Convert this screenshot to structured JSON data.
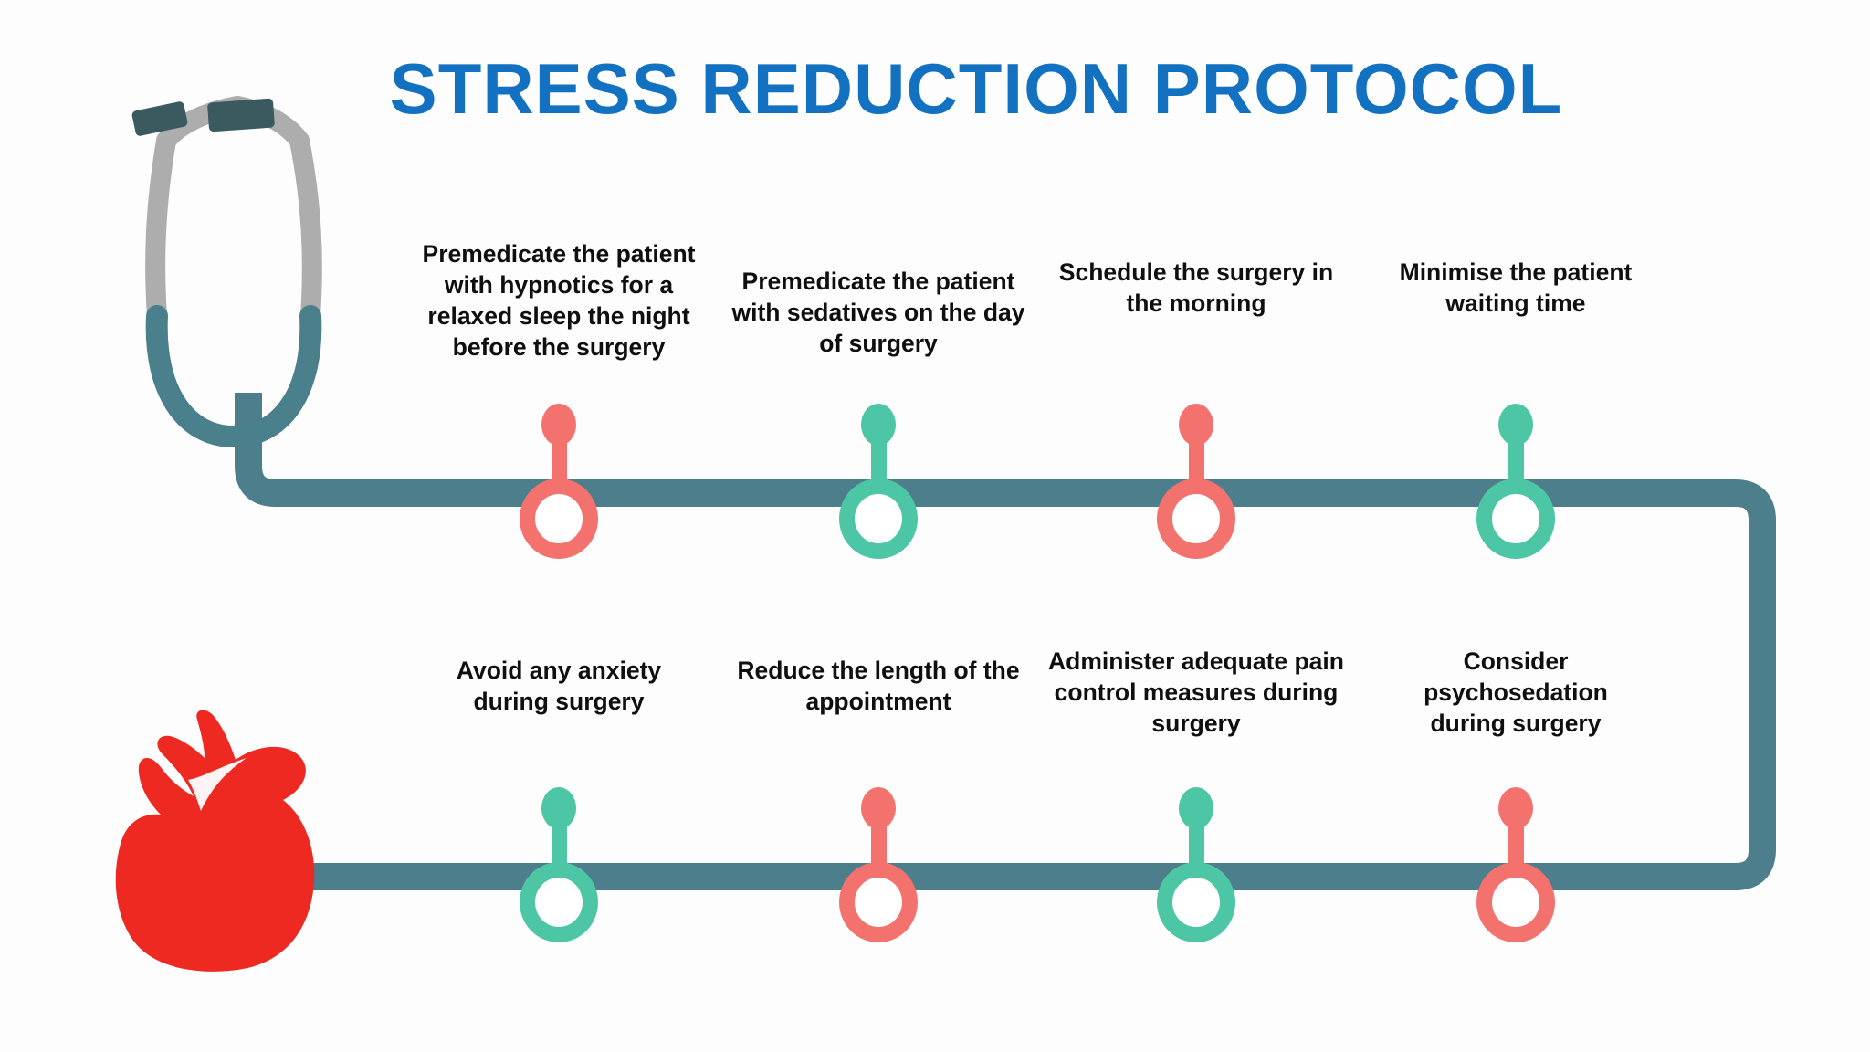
{
  "page": {
    "title": "STRESS REDUCTION PROTOCOL",
    "background_color": "#fdfdfd",
    "title_color": "#1271c0"
  },
  "theme": {
    "rail_color": "#4c7e8c",
    "node_red": "#f4726e",
    "node_green": "#4cc6a4",
    "text_color": "#100f0f",
    "heart_color": "#ee2922",
    "stethoscope_tube_gray": "#adadad",
    "stethoscope_tube_teal": "#4a7f8c",
    "stethoscope_earpiece": "#3a5a60"
  },
  "icons": {
    "stethoscope": "stethoscope-icon",
    "heart": "anatomical-heart-icon"
  },
  "timeline": {
    "rows": [
      {
        "name": "top-row",
        "steps": [
          {
            "index": 1,
            "label": "Premedicate the patient with hypnotics for a relaxed sleep the night before the surgery",
            "color": "#f4726e",
            "color_name": "red"
          },
          {
            "index": 2,
            "label": "Premedicate the patient with sedatives on the day of surgery",
            "color": "#4cc6a4",
            "color_name": "green"
          },
          {
            "index": 3,
            "label": "Schedule the surgery in the morning",
            "color": "#f4726e",
            "color_name": "red"
          },
          {
            "index": 4,
            "label": "Minimise the patient waiting time",
            "color": "#4cc6a4",
            "color_name": "green"
          }
        ]
      },
      {
        "name": "bottom-row",
        "steps": [
          {
            "index": 5,
            "label": "Avoid any anxiety during surgery",
            "color": "#4cc6a4",
            "color_name": "green"
          },
          {
            "index": 6,
            "label": "Reduce the length of the appointment",
            "color": "#f4726e",
            "color_name": "red"
          },
          {
            "index": 7,
            "label": "Administer adequate pain control measures during surgery",
            "color": "#4cc6a4",
            "color_name": "green"
          },
          {
            "index": 8,
            "label": "Consider psychosedation during surgery",
            "color": "#f4726e",
            "color_name": "red"
          }
        ]
      }
    ]
  }
}
